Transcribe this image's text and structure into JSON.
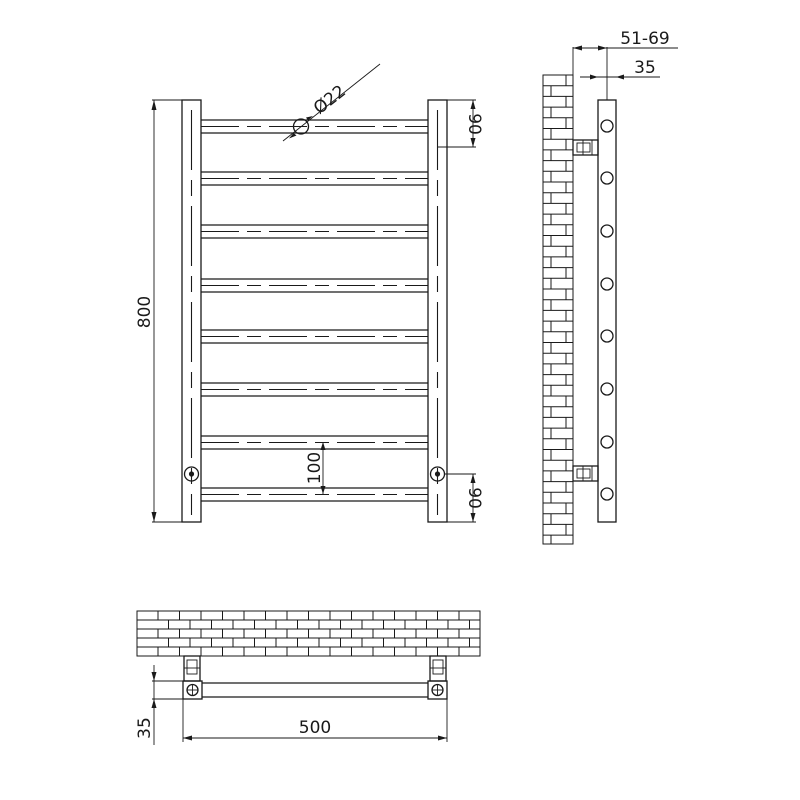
{
  "drawing": {
    "subject": "towel radiator technical drawing",
    "line_color": "#1a1a1a",
    "background": "#ffffff",
    "front_view": {
      "rails_count": 8,
      "dimensions": {
        "height": "800",
        "pipe_diameter": "Ø22",
        "top_offset": "90",
        "bottom_offset": "90",
        "rail_spacing": "100"
      }
    },
    "side_view": {
      "rail_circles_count": 8,
      "dimensions": {
        "wall_distance": "51-69",
        "depth": "35"
      }
    },
    "top_view": {
      "dimensions": {
        "width": "500",
        "depth": "35"
      }
    }
  }
}
